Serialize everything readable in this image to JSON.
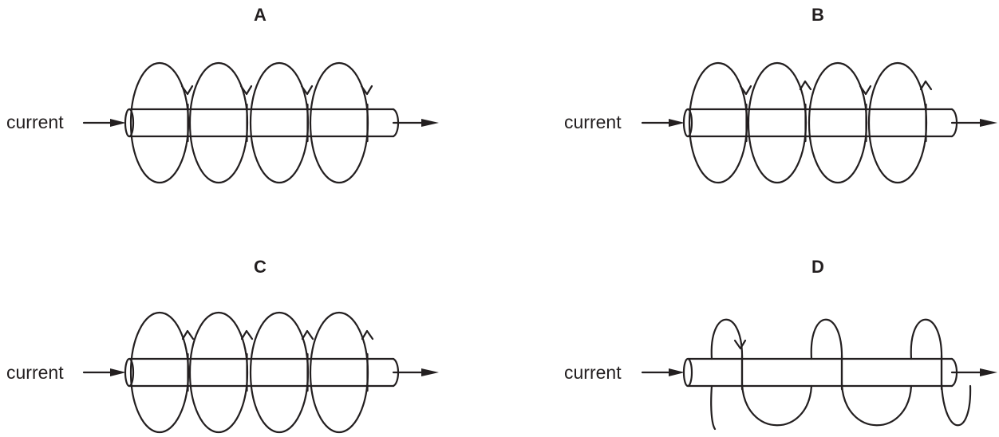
{
  "panels": [
    {
      "label": "A",
      "current_label": "current",
      "arrows": [
        "down",
        "down",
        "down",
        "down"
      ]
    },
    {
      "label": "B",
      "current_label": "current",
      "arrows": [
        "down",
        "up",
        "down",
        "up"
      ]
    },
    {
      "label": "C",
      "current_label": "current",
      "arrows": [
        "up",
        "up",
        "up",
        "up"
      ]
    },
    {
      "label": "D",
      "current_label": "current",
      "arrows": [
        "down"
      ],
      "coil": "helix"
    }
  ]
}
